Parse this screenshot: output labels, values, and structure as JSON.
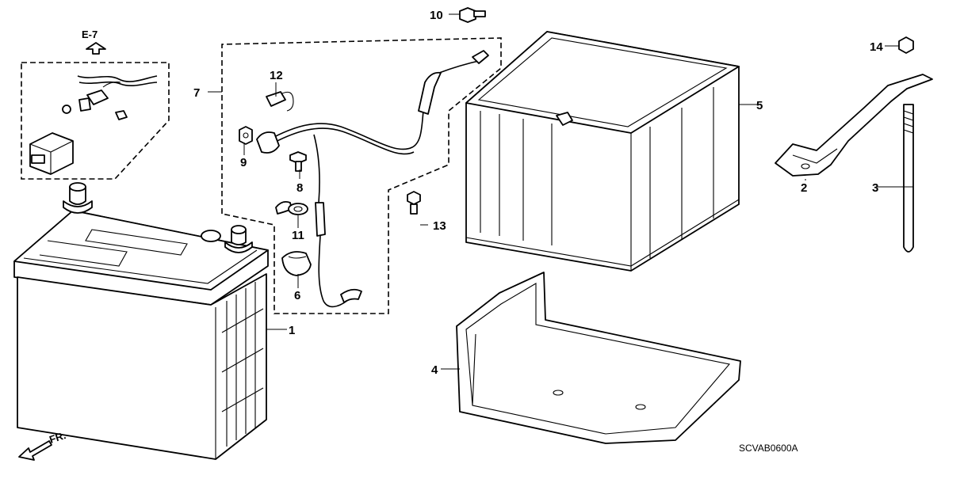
{
  "diagram": {
    "reference_label": "E-7",
    "front_label": "FR.",
    "diagram_code": "SCVAB0600A",
    "callouts": [
      "1",
      "2",
      "3",
      "4",
      "5",
      "6",
      "7",
      "8",
      "9",
      "10",
      "11",
      "12",
      "13",
      "14"
    ]
  }
}
